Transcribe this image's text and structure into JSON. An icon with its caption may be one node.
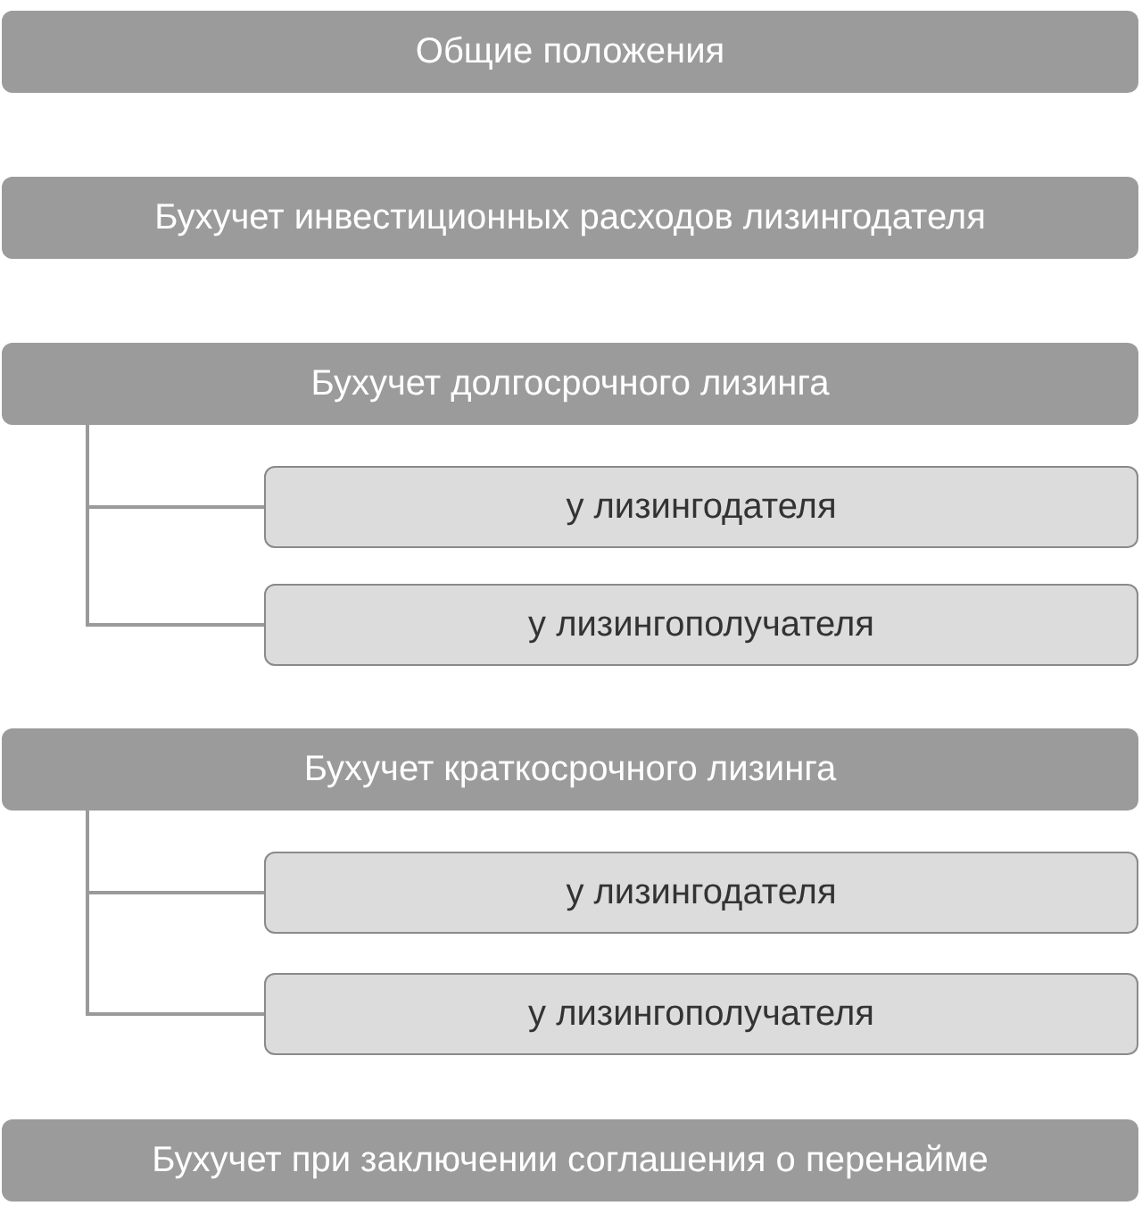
{
  "diagram": {
    "nodes": [
      {
        "text": [
          "Общие положения"
        ]
      },
      {
        "text": [
          "Бухучет инвестиционных расходов лизингодателя"
        ]
      },
      {
        "text": [
          "Бухучет долгосрочного лизинга"
        ]
      },
      {
        "text": [
          "у лизингодателя"
        ]
      },
      {
        "text": [
          "у лизингополучателя"
        ]
      },
      {
        "text": [
          "Бухучет краткосрочного лизинга"
        ]
      },
      {
        "text": [
          "у лизингодателя"
        ]
      },
      {
        "text": [
          "у лизингополучателя"
        ]
      },
      {
        "text": [
          "Бухучет при заключении соглашения о перенайме"
        ]
      }
    ],
    "edges": [
      {
        "from": 2,
        "to": 3,
        "arrow": "none"
      },
      {
        "from": 2,
        "to": 4,
        "arrow": "none"
      },
      {
        "from": 5,
        "to": 6,
        "arrow": "none"
      },
      {
        "from": 5,
        "to": 7,
        "arrow": "none"
      }
    ]
  }
}
